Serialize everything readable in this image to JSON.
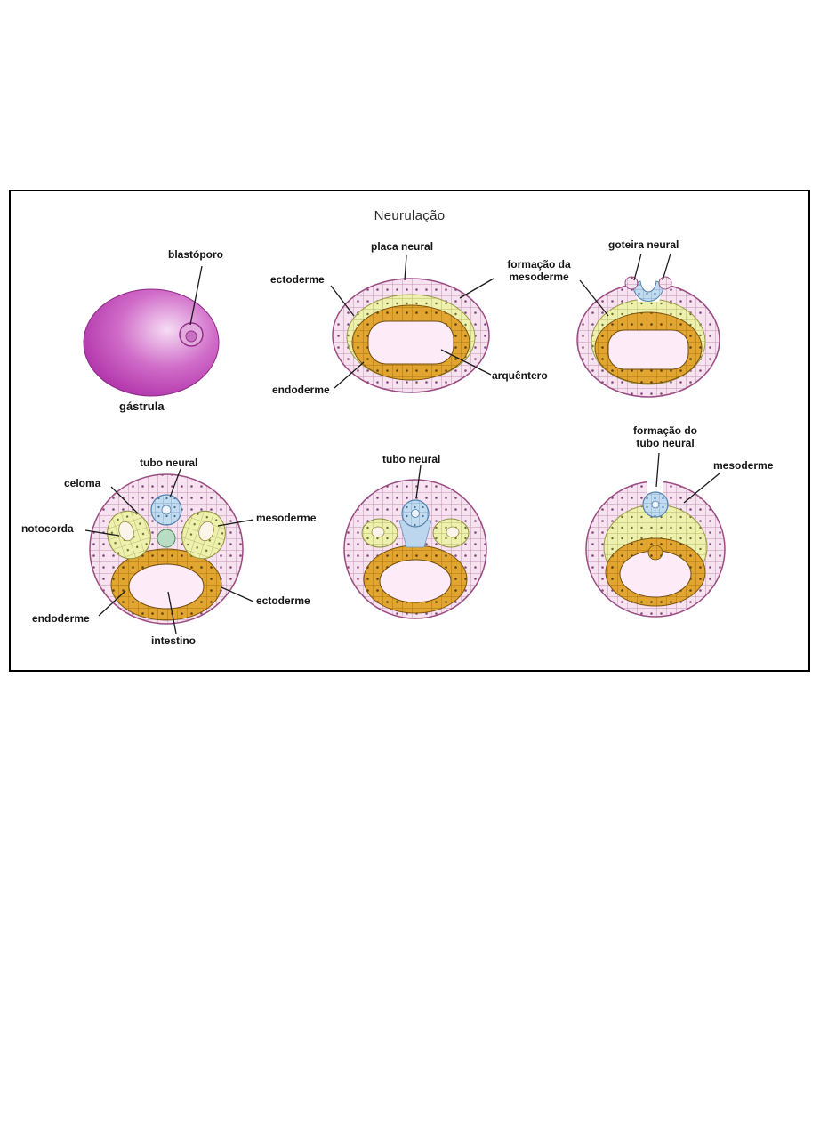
{
  "title": "Neurulação",
  "labels": {
    "blastoporo": "blastóporo",
    "gastrula": "gástrula",
    "placa_neural": "placa neural",
    "ectoderme_top": "ectoderme",
    "formacao_mesoderme": "formação da\nmesoderme",
    "arquentero": "arquêntero",
    "endoderme_top": "endoderme",
    "goteira_neural": "goteira neural",
    "tubo_neural_left": "tubo neural",
    "celoma": "celoma",
    "notocorda": "notocorda",
    "mesoderme_left": "mesoderme",
    "endoderme_bottom": "endoderme",
    "ectoderme_bottom": "ectoderme",
    "intestino": "intestino",
    "tubo_neural_middle": "tubo neural",
    "formacao_tubo_neural": "formação do\ntubo neural",
    "mesoderme_right": "mesoderme"
  },
  "colors": {
    "ectoderm": "#f6e3ef",
    "ectoderm_outline": "#9a4c82",
    "mesoderm": "#eef0ad",
    "endoderm": "#e2a52f",
    "neural_tube": "#c3dbef",
    "cavity": "#fdebf7",
    "notochord": "#b9dcc4",
    "gastrula_sphere": "#c050b8",
    "label_text": "#141414",
    "panel_border": "#000000",
    "background": "#ffffff"
  }
}
